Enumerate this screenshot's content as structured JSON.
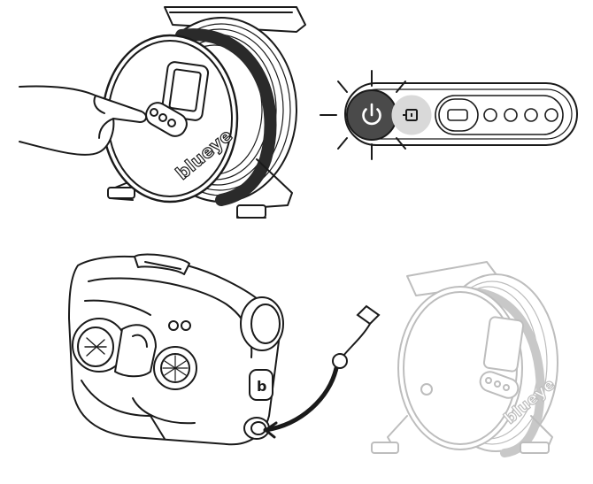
{
  "brand": {
    "wordmark": "blueye",
    "vehicle_badge": "b"
  },
  "power_panel": {
    "power_symbol": "power-icon",
    "indicator_light_count": 4,
    "pressed_button": "power-button"
  },
  "colors": {
    "line": "#1a1a1a",
    "faded_line": "#bdbdbd",
    "power_button_fill": "#4a4a4a",
    "secondary_button_fill": "#d9d9d9",
    "background": "#ffffff"
  }
}
